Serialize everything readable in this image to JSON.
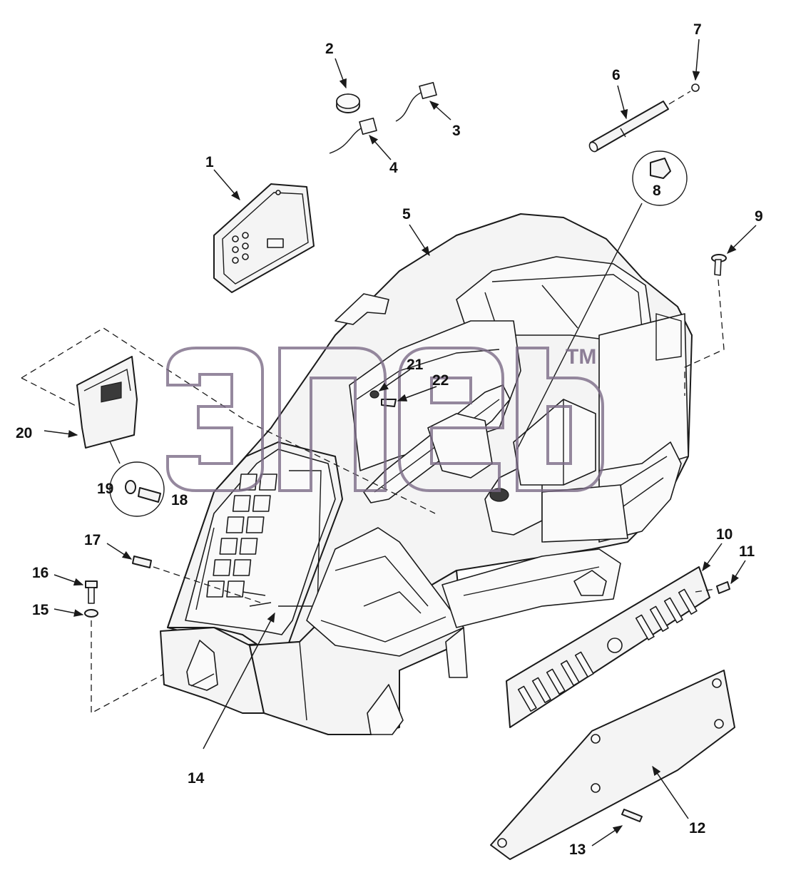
{
  "diagram": {
    "callouts": [
      "1",
      "2",
      "3",
      "4",
      "5",
      "6",
      "7",
      "8",
      "9",
      "10",
      "11",
      "12",
      "13",
      "14",
      "15",
      "16",
      "17",
      "18",
      "19",
      "20",
      "21",
      "22"
    ]
  },
  "watermark": {
    "tm": "TM"
  },
  "colors": {
    "line": "#1a1a1a",
    "watermark": "#7b6a86",
    "background": "#ffffff"
  }
}
